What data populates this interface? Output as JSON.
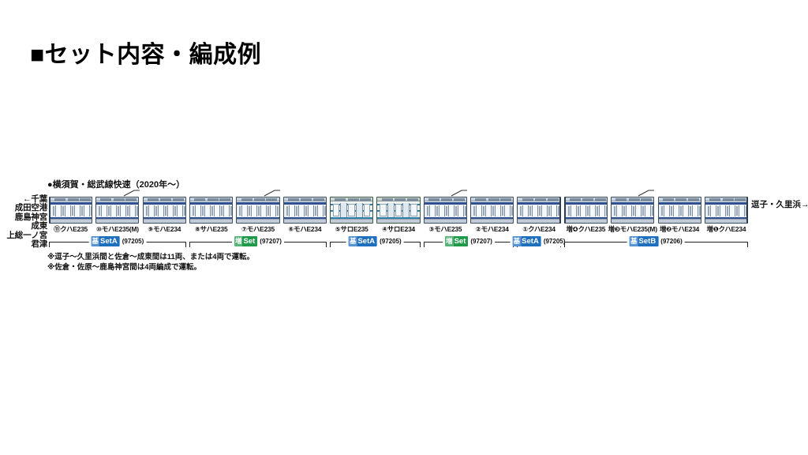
{
  "page": {
    "title": "■セット内容・編成例",
    "background_color": "#ffffff"
  },
  "diagram": {
    "subtitle": "●横須賀・総武線快速（2020年〜）",
    "left_destinations": [
      "←千葉",
      "成田空港",
      "鹿島神宮",
      "成東",
      "上総一ノ宮",
      "君津"
    ],
    "right_destination": "逗子・久里浜→",
    "cars": [
      {
        "label": "⑪クハE235",
        "type": "normal",
        "cab": "left",
        "doors": 4,
        "panto": false
      },
      {
        "label": "⑩モハE235(M)",
        "type": "normal",
        "cab": "none",
        "doors": 4,
        "panto": true
      },
      {
        "label": "⑨モハE234",
        "type": "normal",
        "cab": "none",
        "doors": 4,
        "panto": false
      },
      {
        "label": "⑧サハE235",
        "type": "normal",
        "cab": "none",
        "doors": 4,
        "panto": false
      },
      {
        "label": "⑦モハE235",
        "type": "normal",
        "cab": "none",
        "doors": 4,
        "panto": true
      },
      {
        "label": "⑥モハE234",
        "type": "normal",
        "cab": "none",
        "doors": 4,
        "panto": false
      },
      {
        "label": "⑤サロE235",
        "type": "green",
        "cab": "none",
        "doors": 2,
        "panto": false
      },
      {
        "label": "④サロE234",
        "type": "green",
        "cab": "none",
        "doors": 2,
        "panto": false
      },
      {
        "label": "③モハE235",
        "type": "normal",
        "cab": "none",
        "doors": 4,
        "panto": true
      },
      {
        "label": "②モハE234",
        "type": "normal",
        "cab": "none",
        "doors": 4,
        "panto": false
      },
      {
        "label": "①クハE234",
        "type": "normal",
        "cab": "right",
        "doors": 4,
        "panto": false
      },
      {
        "label": "増❹クハE235",
        "type": "normal",
        "cab": "left",
        "doors": 4,
        "panto": false
      },
      {
        "label": "増❸モハE235(M)",
        "type": "normal",
        "cab": "none",
        "doors": 4,
        "panto": true
      },
      {
        "label": "増❷モハE234",
        "type": "normal",
        "cab": "none",
        "doors": 4,
        "panto": false
      },
      {
        "label": "増❶クハE234",
        "type": "normal",
        "cab": "right",
        "doors": 4,
        "panto": false
      }
    ],
    "sets": [
      {
        "kanji": "基",
        "name": "SetA",
        "code": "(97205)",
        "color": "#1f6fbf",
        "style": "blue",
        "from": 0,
        "to": 2
      },
      {
        "kanji": "増",
        "name": "Set",
        "code": "(97207)",
        "color": "#1f9a4a",
        "style": "green",
        "from": 3,
        "to": 5
      },
      {
        "kanji": "基",
        "name": "SetA",
        "code": "(97205)",
        "color": "#1f6fbf",
        "style": "blue",
        "from": 6,
        "to": 7
      },
      {
        "kanji": "増",
        "name": "Set",
        "code": "(97207)",
        "color": "#1f9a4a",
        "style": "green",
        "from": 8,
        "to": 9
      },
      {
        "kanji": "基",
        "name": "SetA",
        "code": "(97205)",
        "color": "#1f6fbf",
        "style": "blue",
        "from": 10,
        "to": 10
      },
      {
        "kanji": "基",
        "name": "SetB",
        "code": "(97206)",
        "color": "#1f6fbf",
        "style": "blue",
        "from": 11,
        "to": 14
      }
    ],
    "notes": [
      "※逗子〜久里浜間と佐倉〜成東間は11両、または4両で運転。",
      "※佐倉・佐原〜鹿島神宮間は4両編成で運転。"
    ]
  }
}
